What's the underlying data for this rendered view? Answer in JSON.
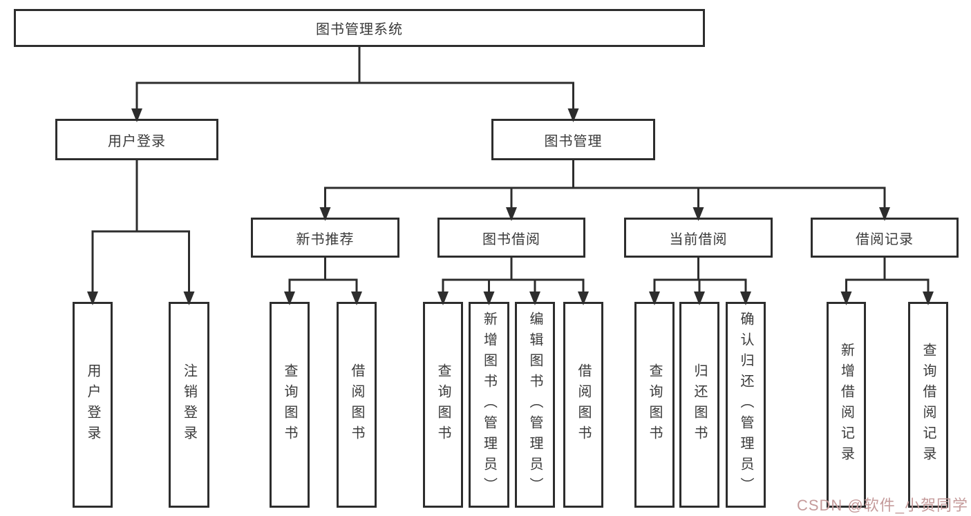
{
  "diagram": {
    "type": "tree",
    "root_label": "图书管理系统",
    "colors": {
      "line": "#2d2d2d",
      "box_border": "#2d2d2d",
      "text": "#3a3a3a",
      "background": "#ffffff",
      "watermark": "#c59b9b"
    }
  },
  "watermark": {
    "text": "CSDN @软件_小贺同学"
  },
  "nodes": [
    {
      "id": "library-system",
      "label": "图书管理系统",
      "parent": null,
      "orientation": "horizontal"
    },
    {
      "id": "user-login-module",
      "label": "用户登录",
      "parent": "library-system",
      "orientation": "horizontal"
    },
    {
      "id": "book-management",
      "label": "图书管理",
      "parent": "library-system",
      "orientation": "horizontal"
    },
    {
      "id": "user-login",
      "label": "用户登录",
      "parent": "user-login-module",
      "orientation": "vertical"
    },
    {
      "id": "logout",
      "label": "注销登录",
      "parent": "user-login-module",
      "orientation": "vertical"
    },
    {
      "id": "new-book-recommend",
      "label": "新书推荐",
      "parent": "book-management",
      "orientation": "horizontal"
    },
    {
      "id": "book-borrowing",
      "label": "图书借阅",
      "parent": "book-management",
      "orientation": "horizontal"
    },
    {
      "id": "current-borrowing",
      "label": "当前借阅",
      "parent": "book-management",
      "orientation": "horizontal"
    },
    {
      "id": "borrowing-records",
      "label": "借阅记录",
      "parent": "book-management",
      "orientation": "horizontal"
    },
    {
      "id": "rec-query-book",
      "label": "查询图书",
      "parent": "new-book-recommend",
      "orientation": "vertical"
    },
    {
      "id": "rec-borrow-book",
      "label": "借阅图书",
      "parent": "new-book-recommend",
      "orientation": "vertical"
    },
    {
      "id": "bor-query-book",
      "label": "查询图书",
      "parent": "book-borrowing",
      "orientation": "vertical"
    },
    {
      "id": "bor-add-book",
      "label": "新增图书（管理员）",
      "parent": "book-borrowing",
      "orientation": "vertical"
    },
    {
      "id": "bor-edit-book",
      "label": "编辑图书（管理员）",
      "parent": "book-borrowing",
      "orientation": "vertical"
    },
    {
      "id": "bor-borrow-book",
      "label": "借阅图书",
      "parent": "book-borrowing",
      "orientation": "vertical"
    },
    {
      "id": "cur-query-book",
      "label": "查询图书",
      "parent": "current-borrowing",
      "orientation": "vertical"
    },
    {
      "id": "cur-return-book",
      "label": "归还图书",
      "parent": "current-borrowing",
      "orientation": "vertical"
    },
    {
      "id": "cur-confirm-return",
      "label": "确认归还（管理员）",
      "parent": "current-borrowing",
      "orientation": "vertical"
    },
    {
      "id": "recd-add-record",
      "label": "新增借阅记录",
      "parent": "borrowing-records",
      "orientation": "vertical"
    },
    {
      "id": "recd-query-record",
      "label": "查询借阅记录",
      "parent": "borrowing-records",
      "orientation": "vertical"
    }
  ]
}
